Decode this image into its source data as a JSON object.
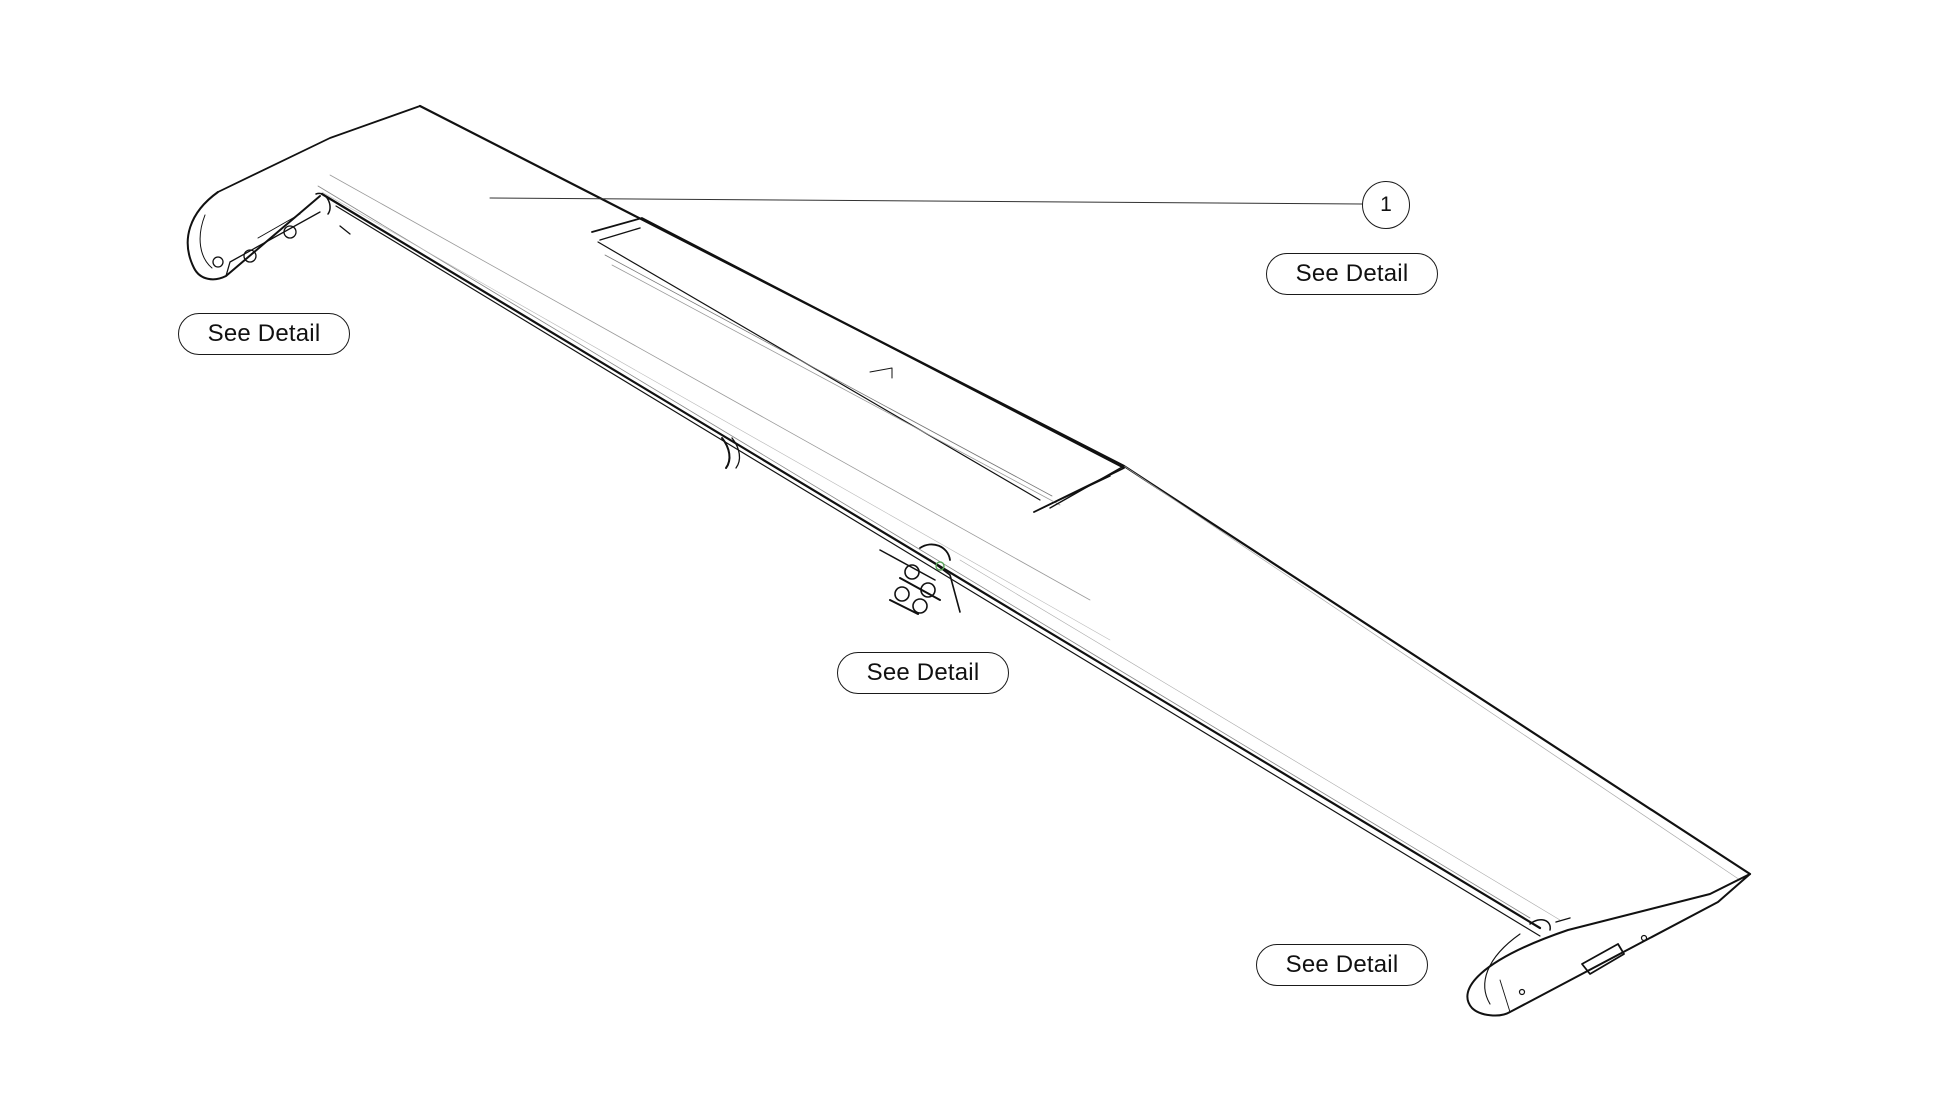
{
  "callouts": [
    {
      "label": "1"
    }
  ],
  "detail_buttons": [
    {
      "label": "See Detail"
    },
    {
      "label": "See Detail"
    },
    {
      "label": "See Detail"
    },
    {
      "label": "See Detail"
    }
  ],
  "colors": {
    "line": "#111111",
    "background": "#ffffff",
    "accent_green": "#5aa55a"
  }
}
